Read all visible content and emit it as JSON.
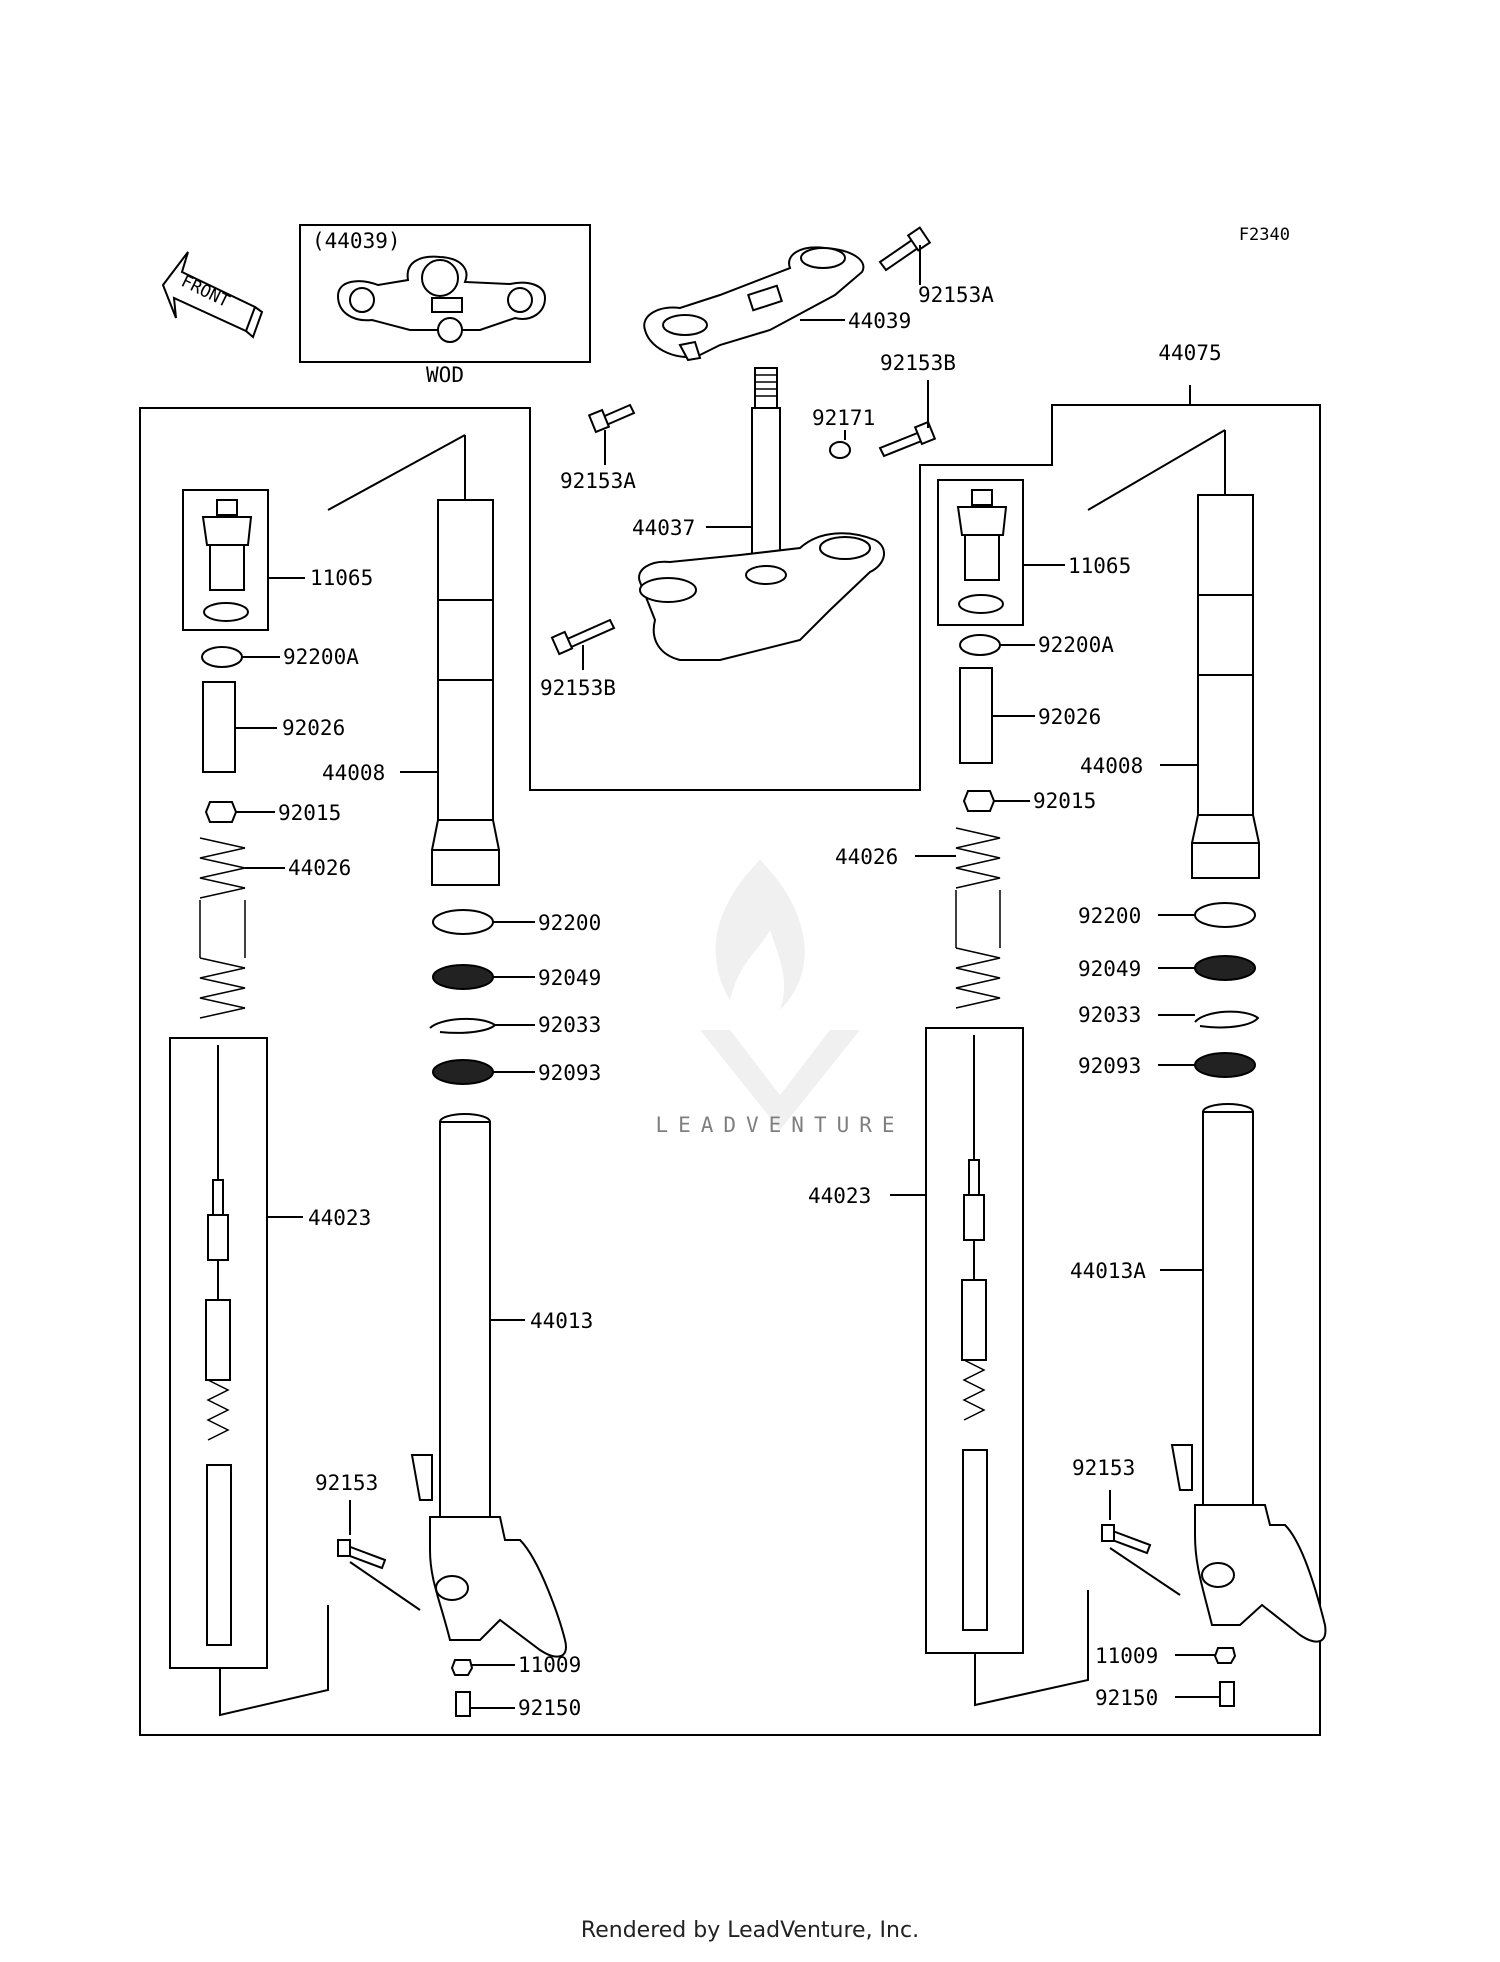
{
  "diagram_code": "F2340",
  "front_label": "FRONT",
  "inset": {
    "title": "(44039)",
    "caption": "WOD"
  },
  "watermark": "LEADVENTURE",
  "footer": "Rendered by LeadVenture, Inc.",
  "labels": {
    "top_92153A_upper": "92153A",
    "top_44039": "44039",
    "top_92171": "92171",
    "top_92153B_upper": "92153B",
    "top_92153A_lower": "92153A",
    "top_44037": "44037",
    "top_92153B_lower": "92153B",
    "r_44075": "44075",
    "l_11065": "11065",
    "l_92200A": "92200A",
    "l_92026": "92026",
    "l_44008": "44008",
    "l_92015": "92015",
    "l_44026": "44026",
    "l_92200": "92200",
    "l_92049": "92049",
    "l_92033": "92033",
    "l_92093": "92093",
    "l_44023": "44023",
    "l_44013": "44013",
    "l_92153": "92153",
    "l_11009": "11009",
    "l_92150": "92150",
    "r_11065": "11065",
    "r_92200A": "92200A",
    "r_92026": "92026",
    "r_44008": "44008",
    "r_92015": "92015",
    "r_44026": "44026",
    "r_92200": "92200",
    "r_92049": "92049",
    "r_92033": "92033",
    "r_92093": "92093",
    "r_44023": "44023",
    "r_44013A": "44013A",
    "r_92153": "92153",
    "r_11009": "11009",
    "r_92150": "92150"
  }
}
